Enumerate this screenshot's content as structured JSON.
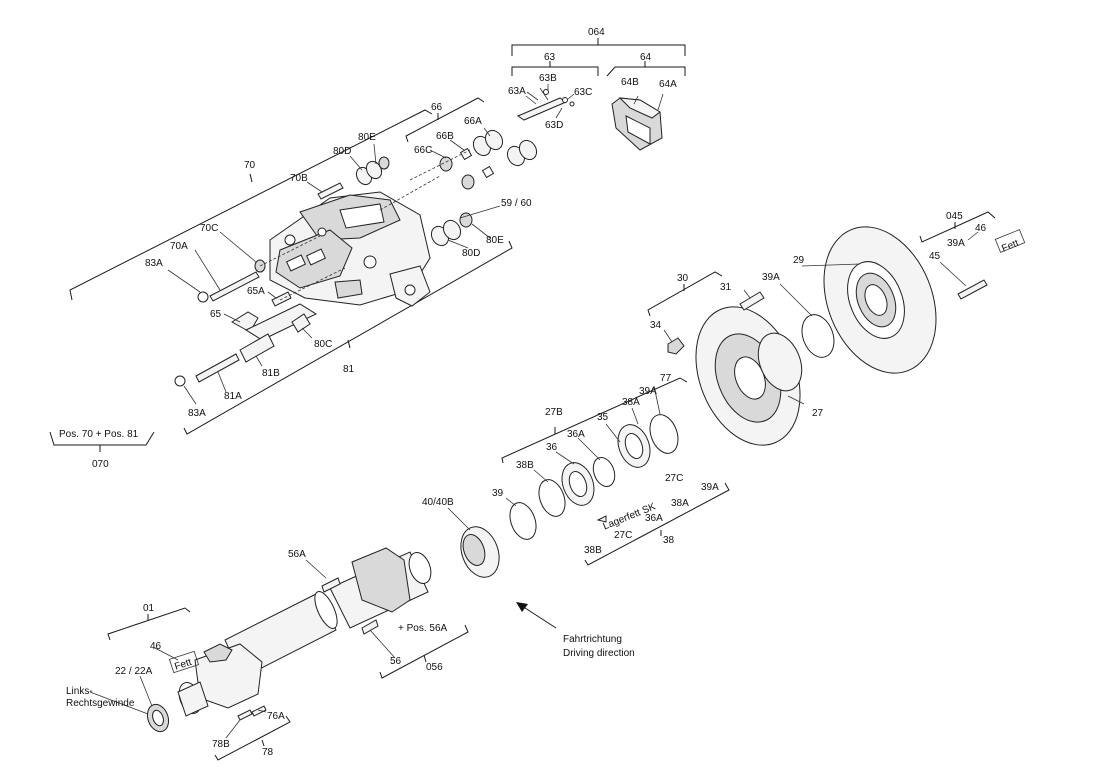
{
  "labels": {
    "l_064": "064",
    "l_63": "63",
    "l_64": "64",
    "l_63A": "63A",
    "l_63B": "63B",
    "l_63C": "63C",
    "l_63D": "63D",
    "l_64B": "64B",
    "l_64A": "64A",
    "l_66": "66",
    "l_66A": "66A",
    "l_66B": "66B",
    "l_66C": "66C",
    "l_80E_top": "80E",
    "l_80D_top": "80D",
    "l_70": "70",
    "l_70B": "70B",
    "l_59_60": "59 / 60",
    "l_80E_mid": "80E",
    "l_80D_mid": "80D",
    "l_70C": "70C",
    "l_70A": "70A",
    "l_83A_top": "83A",
    "l_65A": "65A",
    "l_65": "65",
    "l_80C": "80C",
    "l_81B": "81B",
    "l_81": "81",
    "l_81A": "81A",
    "l_83A_bot": "83A",
    "l_pos70_81": "Pos. 70 + Pos. 81",
    "l_070": "070",
    "l_045": "045",
    "l_46_right": "46",
    "l_fett_right": "Fett",
    "l_39A_right": "39A",
    "l_45": "45",
    "l_29": "29",
    "l_39A_disc": "39A",
    "l_30": "30",
    "l_31": "31",
    "l_34": "34",
    "l_27": "27",
    "l_77": "77",
    "l_39A_bear": "39A",
    "l_38A_top": "38A",
    "l_27B": "27B",
    "l_35": "35",
    "l_36A": "36A",
    "l_36": "36",
    "l_38B_top": "38B",
    "l_39": "39",
    "l_lagerfett": "Lagerfett SK",
    "l_27C_top": "27C",
    "l_39A_low": "39A",
    "l_38A_low": "38A",
    "l_36A_low": "36A",
    "l_27C_low": "27C",
    "l_38": "38",
    "l_38B_low": "38B",
    "l_40_40B": "40/40B",
    "l_56A": "56A",
    "l_pos56A": "+ Pos. 56A",
    "l_56": "56",
    "l_056": "056",
    "l_fahrtrichtung": "Fahrtrichtung",
    "l_driving": "Driving direction",
    "l_01": "01",
    "l_46_left": "46",
    "l_fett_left": "Fett",
    "l_22_22A": "22 / 22A",
    "l_links": "Links-",
    "l_rechtsgewinde": "Rechtsgewinde",
    "l_76A": "76A",
    "l_78B": "78B",
    "l_78": "78"
  }
}
